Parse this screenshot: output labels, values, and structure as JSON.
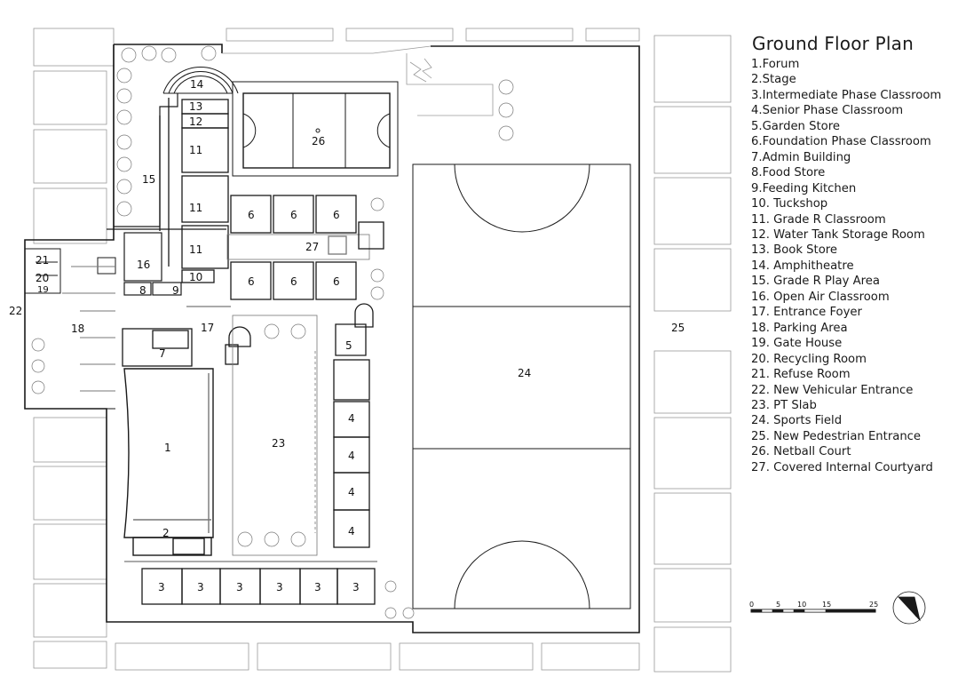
{
  "title": "Ground Floor Plan",
  "legend": [
    "1.Forum",
    "2.Stage",
    "3.Intermediate Phase Classroom",
    "4.Senior Phase Classroom",
    "5.Garden Store",
    "6.Foundation Phase Classroom",
    "7.Admin Building",
    "8.Food Store",
    "9.Feeding Kitchen",
    "10. Tuckshop",
    "11. Grade R Classroom",
    "12. Water Tank Storage Room",
    "13. Book Store",
    "14. Amphitheatre",
    "15. Grade R Play Area",
    "16. Open Air Classroom",
    "17. Entrance Foyer",
    "18. Parking Area",
    "19. Gate House",
    "20. Recycling Room",
    "21. Refuse Room",
    "22. New Vehicular Entrance",
    "23. PT Slab",
    "24. Sports Field",
    "25. New Pedestrian Entrance",
    "26. Netball Court",
    "27. Covered Internal Courtyard"
  ],
  "plan_labels": {
    "forum": "1",
    "stage": "2",
    "intermediate_classroom": "3",
    "senior_classroom": "4",
    "garden_store": "5",
    "foundation_classroom": "6",
    "admin": "7",
    "food_store": "8",
    "feeding_kitchen": "9",
    "tuckshop": "10",
    "grade_r_classroom": "11",
    "water_tank": "12",
    "book_store": "13",
    "amphitheatre": "14",
    "grade_r_play": "15",
    "open_air_classroom": "16",
    "entrance_foyer": "17",
    "parking": "18",
    "gate_house": "19",
    "recycling": "20",
    "refuse": "21",
    "vehicular_entrance": "22",
    "pt_slab": "23",
    "sports_field": "24",
    "pedestrian_entrance": "25",
    "netball_court": "26",
    "covered_courtyard": "27"
  },
  "scale_bar": {
    "ticks": [
      "0",
      "5",
      "10",
      "15",
      "25"
    ]
  },
  "colors": {
    "line": "#1a1a1a",
    "light_line": "#9a9a9a",
    "background": "#ffffff"
  }
}
